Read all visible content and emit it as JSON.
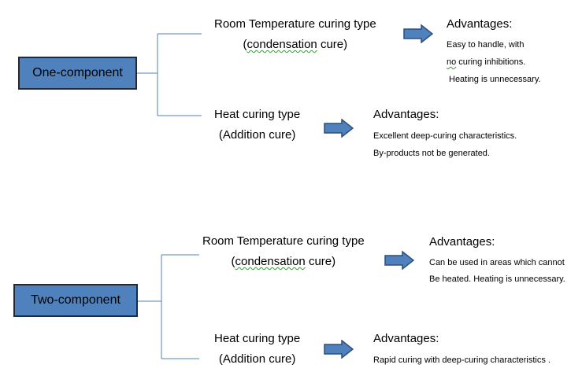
{
  "diagram": {
    "colors": {
      "box_fill": "#4f81bd",
      "box_border": "#1f2a3a",
      "connector": "#4f81bd",
      "arrow_fill": "#4f81bd",
      "arrow_stroke": "#2c4f7a"
    },
    "one_component": {
      "label": "One-component",
      "rt": {
        "title": "Room Temperature  curing type",
        "sub_open": "(",
        "sub_word": "condensation",
        "sub_close": " cure)",
        "advantages_heading": "Advantages:",
        "line1": "Easy to handle, with",
        "line2_word": "no",
        "line2_rest": " curing inhibitions.",
        "line3": "Heating is unnecessary."
      },
      "heat": {
        "title": "Heat curing type",
        "sub": "(Addition  cure)",
        "advantages_heading": "Advantages:",
        "line1": "Excellent deep-curing characteristics.",
        "line2": "By-products not be generated."
      }
    },
    "two_component": {
      "label": "Two-component",
      "rt": {
        "title": "Room Temperature  curing type",
        "sub_open": "(",
        "sub_word": "condensation",
        "sub_close": "  cure)",
        "advantages_heading": "Advantages:",
        "line1": "Can be used in areas which cannot",
        "line2": "Be heated. Heating is unnecessary."
      },
      "heat": {
        "title": "Heat curing type",
        "sub": "(Addition  cure)",
        "advantages_heading": "Advantages:",
        "line1": "Rapid curing with deep-curing characteristics ."
      }
    }
  }
}
